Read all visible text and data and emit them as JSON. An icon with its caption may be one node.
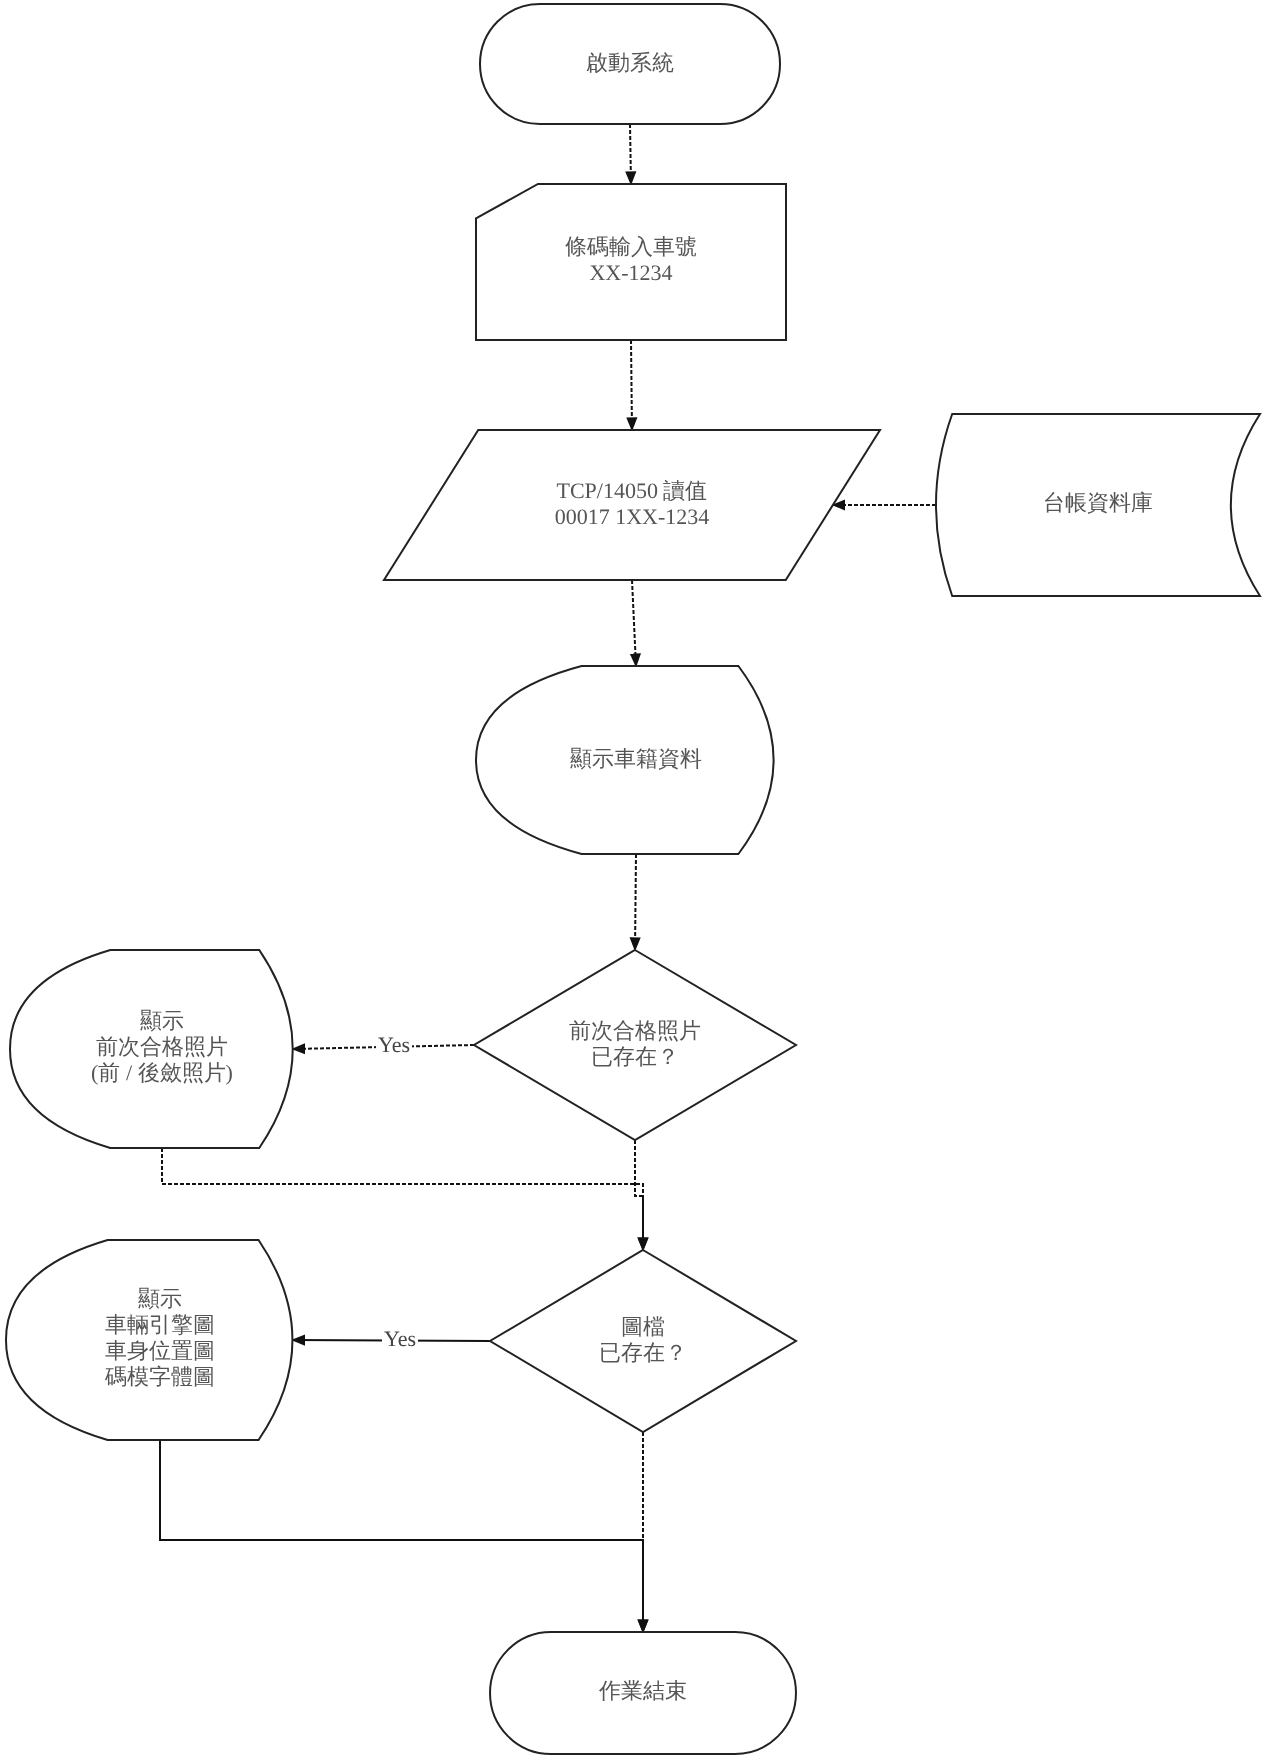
{
  "diagram": {
    "nodes": [
      {
        "text": [
          "啟動系統"
        ]
      },
      {
        "text": [
          "條碼輸入車號",
          "XX-1234"
        ]
      },
      {
        "text": [
          "TCP/14050 讀值",
          "00017  1XX-1234"
        ]
      },
      {
        "text": [
          "台帳資料庫"
        ]
      },
      {
        "text": [
          "顯示車籍資料"
        ]
      },
      {
        "text": [
          "前次合格照片",
          "已存在？"
        ]
      },
      {
        "text": [
          "顯示",
          "前次合格照片",
          "(前 / 後斂照片)"
        ]
      },
      {
        "text": [
          "圖檔",
          "已存在？"
        ]
      },
      {
        "text": [
          "顯示",
          "車輛引擎圖",
          "車身位置圖",
          "碼模字體圖"
        ]
      },
      {
        "text": [
          "作業結束"
        ]
      }
    ],
    "edges": [
      {
        "from": 0,
        "to": 1,
        "arrow": "to",
        "style": "dashed"
      },
      {
        "from": 1,
        "to": 2,
        "arrow": "to",
        "style": "dashed"
      },
      {
        "from": 3,
        "to": 2,
        "arrow": "to",
        "style": "dashed"
      },
      {
        "from": 2,
        "to": 4,
        "arrow": "to",
        "style": "dashed"
      },
      {
        "from": 4,
        "to": 5,
        "arrow": "to",
        "style": "dashed"
      },
      {
        "from": 5,
        "to": 6,
        "arrow": "to",
        "label": "Yes",
        "style": "dashed"
      },
      {
        "from": 6,
        "to": 7,
        "arrow": "to",
        "style": "dashed"
      },
      {
        "from": 5,
        "to": 7,
        "arrow": "to",
        "style": "dashed"
      },
      {
        "from": 7,
        "to": 8,
        "arrow": "to",
        "label": "Yes"
      },
      {
        "from": 8,
        "to": 9,
        "arrow": "to"
      },
      {
        "from": 7,
        "to": 9,
        "arrow": "to",
        "style": "dashed"
      }
    ]
  }
}
